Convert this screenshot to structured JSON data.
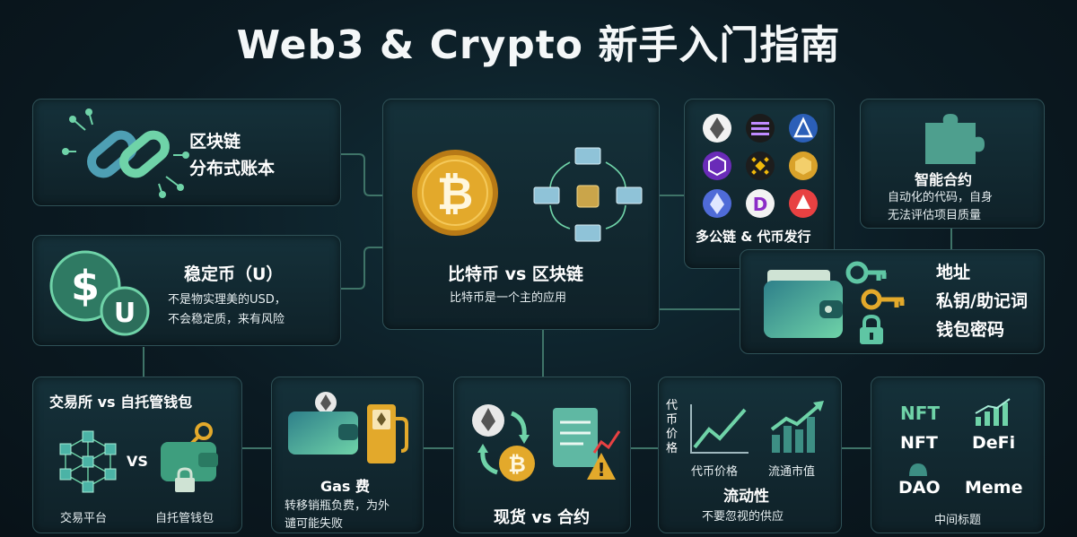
{
  "title": "Web3 & Crypto 新手入门指南",
  "blockchain": {
    "line1": "区块链",
    "line2": "分布式账本"
  },
  "stablecoin": {
    "title": "稳定币（U）",
    "desc1": "不是物实理美的USD，",
    "desc2": "不会稳定质，来有风险"
  },
  "bitcoin": {
    "title": "比特币 vs 区块链",
    "subtitle": "比特币是一个主的应用"
  },
  "multichain": {
    "label": "多公链 & 代币发行"
  },
  "smart_contract": {
    "title": "智能合约",
    "desc1": "自动化的代码，自身",
    "desc2": "无法评估项目质量"
  },
  "wallet": {
    "address": "地址",
    "private_key": "私钥/助记词",
    "password": "钱包密码"
  },
  "exchange": {
    "title": "交易所 vs 自托管钱包",
    "vs": "VS",
    "left": "交易平台",
    "right": "自托管钱包"
  },
  "gas": {
    "title": "Gas 费",
    "desc1": "转移销瓶负费，为外",
    "desc2": "谴可能失败"
  },
  "spot": {
    "title": "现货 vs 合约"
  },
  "liquidity": {
    "side_label": "代币价格",
    "chart1": "代币价格",
    "chart2": "流通市值",
    "title": "流动性",
    "desc": "不要忽视的供应"
  },
  "categories": {
    "nft_badge": "NFT",
    "nft": "NFT",
    "defi": "DeFi",
    "dao": "DAO",
    "meme": "Meme",
    "footer": "中间标题"
  },
  "colors": {
    "accent": "#6fd3a8",
    "gold": "#e3a92b",
    "card_border": "#2e5056"
  }
}
